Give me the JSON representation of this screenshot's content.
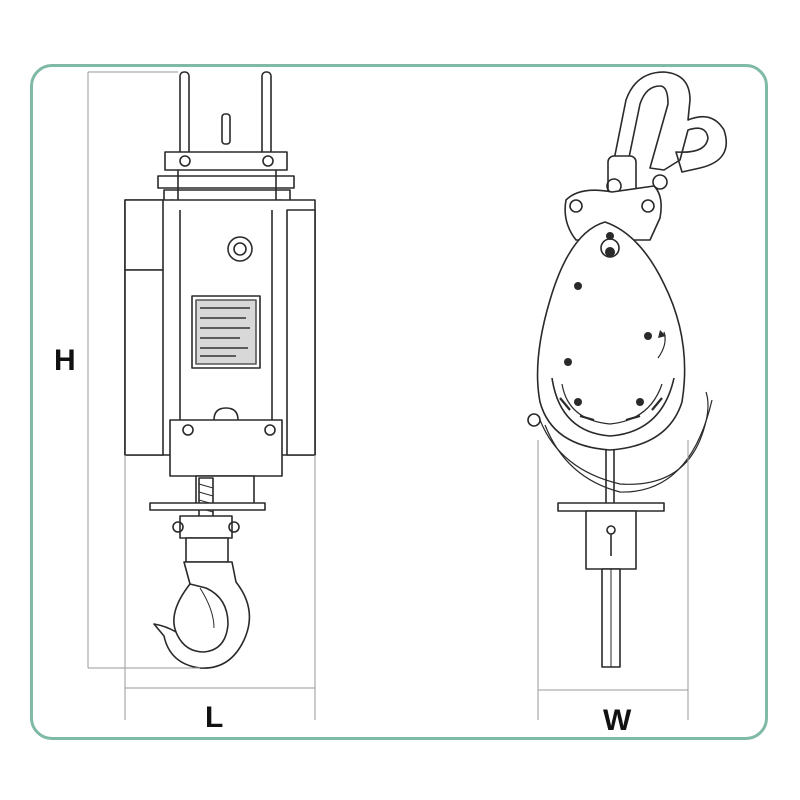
{
  "dimensions": {
    "height_label": "H",
    "length_label": "L",
    "width_label": "W"
  },
  "colors": {
    "frame": "#7fb9a7",
    "line": "#2a2a2a",
    "dim_line": "#9a9a9a"
  },
  "views": [
    {
      "name": "front-view",
      "icon": "hoist-front-icon"
    },
    {
      "name": "side-view",
      "icon": "hoist-side-icon"
    }
  ]
}
